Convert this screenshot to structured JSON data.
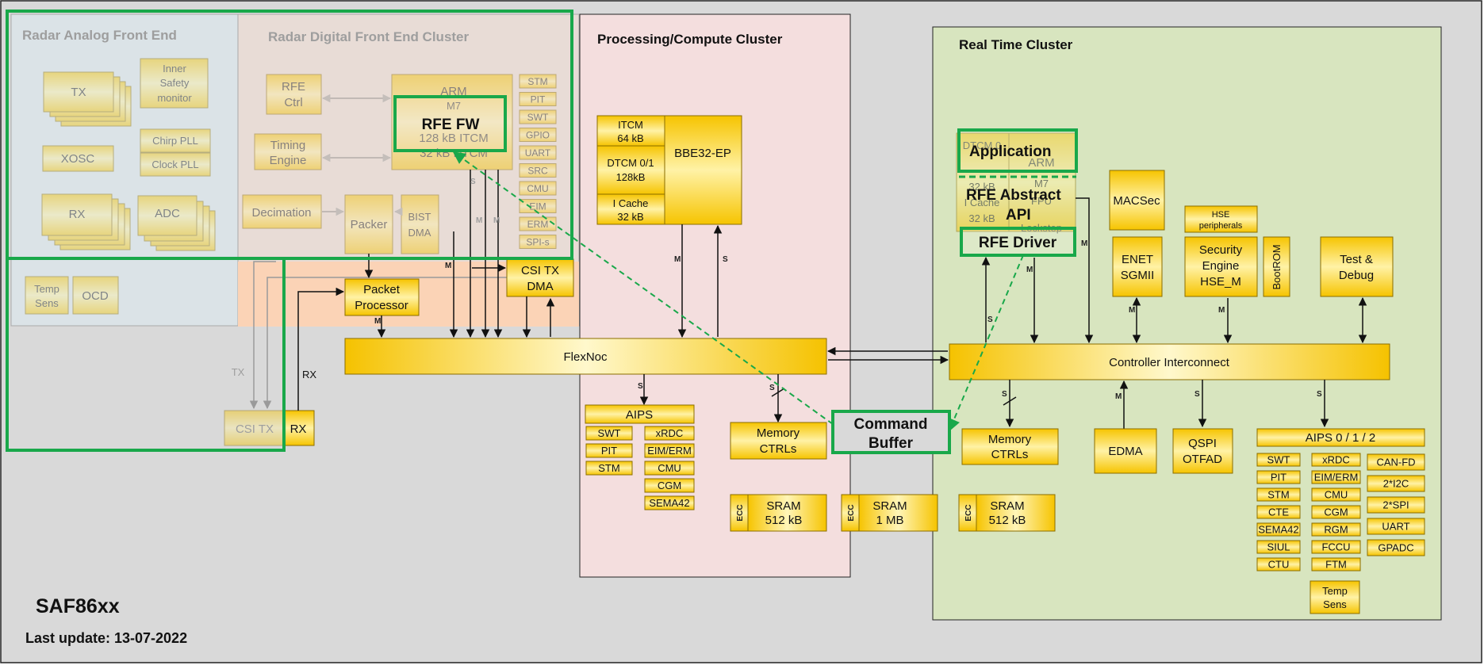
{
  "title": "SAF86xx",
  "last_update": "Last update: 13-07-2022",
  "clusters": {
    "analog": "Radar Analog Front End",
    "digital": "Radar Digital Front End Cluster",
    "processing": "Processing/Compute Cluster",
    "realtime": "Real Time Cluster"
  },
  "analog_blocks": {
    "tx": "TX",
    "inner_safety": [
      "Inner",
      "Safety",
      "monitor"
    ],
    "xosc": "XOSC",
    "chirp_pll": "Chirp PLL",
    "clock_pll": "Clock PLL",
    "rx": "RX",
    "adc": "ADC",
    "temp_sens": [
      "Temp",
      "Sens"
    ],
    "ocd": "OCD"
  },
  "digital_blocks": {
    "rfe_ctrl": [
      "RFE",
      "Ctrl"
    ],
    "timing_engine": [
      "Timing",
      "Engine"
    ],
    "decimation": "Decimation",
    "packer": "Packer",
    "bist_dma": [
      "BIST",
      "DMA"
    ],
    "arm_m7": [
      "ARM",
      "M7",
      "128 kB ITCM",
      "32 kB DTCM"
    ],
    "periph": [
      "STM",
      "PIT",
      "SWT",
      "GPIO",
      "UART",
      "SRC",
      "CMU",
      "EIM",
      "ERM",
      "SPI-s"
    ],
    "packet_processor": [
      "Packet",
      "Processor"
    ],
    "csi_tx_dma": [
      "CSI TX",
      "DMA"
    ],
    "csi_tx": "CSI TX",
    "rx": "RX",
    "tx_label": "TX",
    "rx_label": "RX"
  },
  "processing_blocks": {
    "itcm": [
      "ITCM",
      "64 kB"
    ],
    "dtcm": [
      "DTCM 0/1",
      "128kB"
    ],
    "icache": [
      "I Cache",
      "32 kB"
    ],
    "bbe": "BBE32-EP",
    "flexnoc": "FlexNoc",
    "aips": "AIPS",
    "aips_left": [
      "SWT",
      "PIT",
      "STM"
    ],
    "aips_right": [
      "xRDC",
      "EIM/ERM",
      "CMU",
      "CGM",
      "SEMA42"
    ],
    "mem_ctrls": [
      "Memory",
      "CTRLs"
    ],
    "sram1": [
      "SRAM",
      "512 kB"
    ],
    "sram2": [
      "SRAM",
      "1 MB"
    ],
    "ecc": "ECC"
  },
  "realtime_blocks": {
    "arm_bg": [
      "DTCM 0",
      "ARM",
      "32 kB",
      "M7",
      "I Cache",
      "FPU",
      "32 kB",
      "Lockstep"
    ],
    "macsec": "MACSec",
    "hse_periph": [
      "HSE",
      "peripherals"
    ],
    "enet": [
      "ENET",
      "SGMII"
    ],
    "security_engine": [
      "Security",
      "Engine",
      "HSE_M"
    ],
    "bootrom": "BootROM",
    "test_debug": [
      "Test &",
      "Debug"
    ],
    "controller_interconnect": "Controller Interconnect",
    "mem_ctrls": [
      "Memory",
      "CTRLs"
    ],
    "edma": "EDMA",
    "qspi": [
      "QSPI",
      "OTFAD"
    ],
    "aips012": "AIPS 0 / 1 / 2",
    "aips_c1": [
      "SWT",
      "PIT",
      "STM",
      "CTE",
      "SEMA42",
      "SIUL",
      "CTU"
    ],
    "aips_c2": [
      "xRDC",
      "EIM/ERM",
      "CMU",
      "CGM",
      "RGM",
      "FCCU",
      "FTM"
    ],
    "aips_c3": [
      "CAN-FD",
      "2*I2C",
      "2*SPI",
      "UART",
      "GPADC"
    ],
    "temp_sens": [
      "Temp",
      "Sens"
    ],
    "sram3": [
      "SRAM",
      "512 kB"
    ]
  },
  "callouts": {
    "rfe_fw": "RFE FW",
    "application": "Application",
    "rfe_abstract_api": [
      "RFE  Abstract",
      "API"
    ],
    "rfe_driver": "RFE Driver",
    "command_buffer": [
      "Command",
      "Buffer"
    ]
  },
  "bus_labels": {
    "m": "M",
    "s": "S"
  },
  "colors": {
    "background": "#d9d9d9",
    "analog_bg": "#dbe3e7",
    "digital_bg": "#e8dcd6",
    "processing_bg": "#f4dede",
    "realtime_bg": "#d8e5bf",
    "block_fill": "#ffd23f",
    "block_stroke": "#8a6d00",
    "highlight": "#19a84a",
    "csi_region": "#fbd3b6"
  }
}
